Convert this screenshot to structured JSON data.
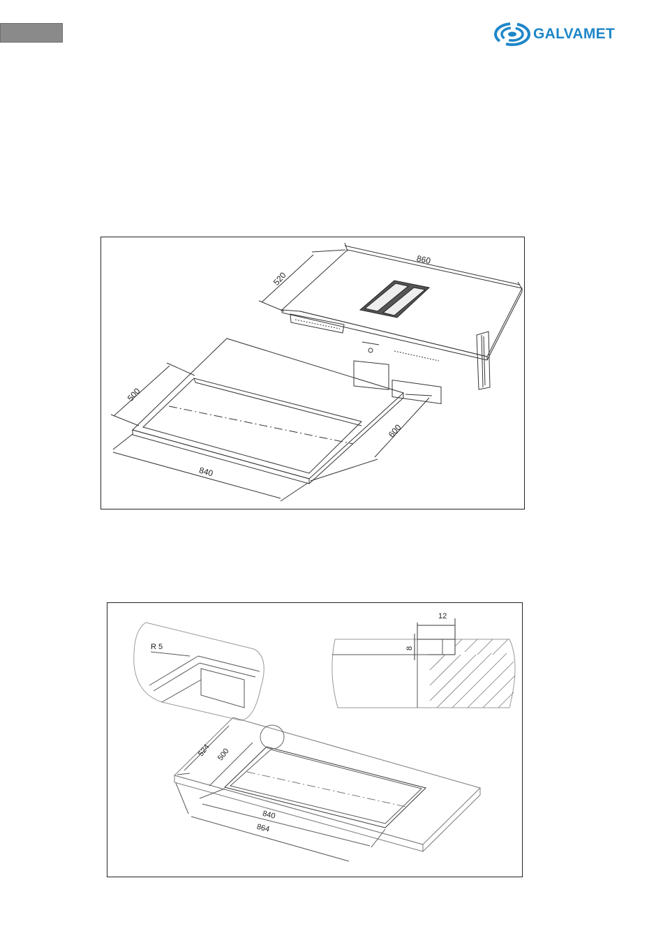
{
  "header": {
    "brand": "GALVAMET",
    "brand_color": "#1e86c8",
    "tab_color": "#8a8a8a",
    "logo_icon": "galvamet-wave-logo"
  },
  "figure1": {
    "hob_width": "860",
    "hob_depth": "520",
    "frame_depth_inner": "500",
    "frame_width": "840",
    "frame_depth_outer": "600"
  },
  "figure2": {
    "radius_label": "R 5",
    "step_width": "12",
    "step_depth": "8",
    "depth_outer": "524",
    "depth_inner": "500",
    "width_inner": "840",
    "width_outer": "864"
  }
}
